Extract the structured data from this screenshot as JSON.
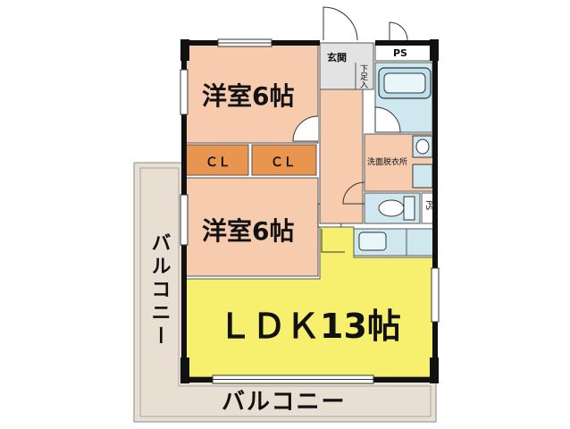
{
  "rooms": {
    "western_room_top": "洋室6帖",
    "western_room_bottom": "洋室6帖",
    "closet_left": "ＣＬ",
    "closet_right": "ＣＬ",
    "ldk": "ＬＤＫ13帖",
    "entrance": "玄関",
    "shoe_box": "下足入",
    "ps_top": "PS",
    "ps_side": "PS",
    "washroom": "洗面脱衣所"
  },
  "balcony": {
    "left": "バルコニー",
    "bottom": "バルコニー"
  },
  "colors": {
    "room_fill": "#f6cbae",
    "closet_fill": "#e9954f",
    "ldk_fill": "#f7ef6e",
    "wet_fill": "#cfe8ef",
    "entrance_fill": "#e3e3e3",
    "balcony_fill": "#e9ded2",
    "wall": "#111111"
  }
}
